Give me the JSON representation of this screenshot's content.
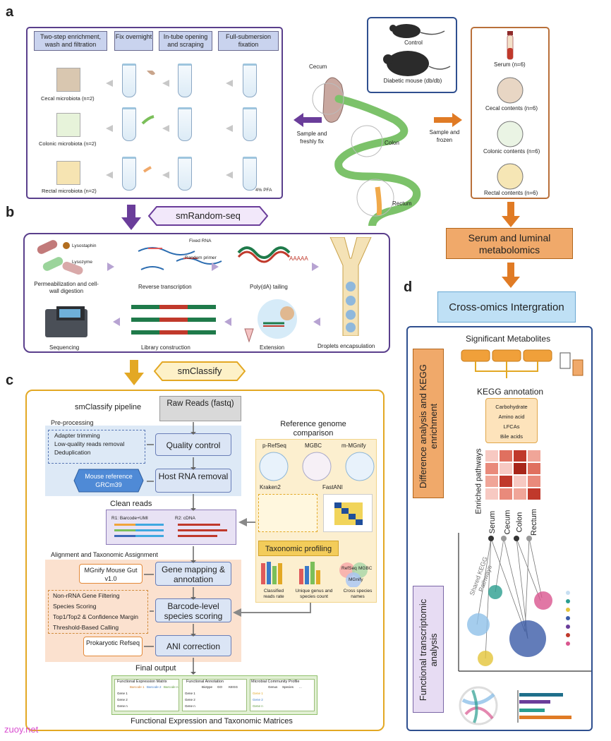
{
  "panels": {
    "a": "a",
    "b": "b",
    "c": "c",
    "d": "d"
  },
  "panel_a": {
    "headers": [
      "Two-step enrichment, wash and filtration",
      "Fix overnight",
      "In-tube opening and scraping",
      "Full-submersion fixation"
    ],
    "samples": [
      "Cecal microbiota (n=2)",
      "Colonic microbiota (n=2)",
      "Rectal microbiota (n=2)"
    ],
    "pfa": "4% PFA",
    "mouse_control": "Control",
    "mouse_diabetic": "Diabetic mouse (db/db)",
    "gut_labels": {
      "cecum": "Cecum",
      "colon": "Colon",
      "rectum": "Rectum"
    },
    "left_arrow_label": "Sample and freshly fix",
    "right_arrow_label": "Sample and frozen",
    "right_samples": [
      "Serum (n=6)",
      "Cecal contents (n=6)",
      "Colonic contents (n=6)",
      "Rectal contents (n=6)"
    ]
  },
  "metabolomics": "Serum and luminal metabolomics",
  "cross_omics": "Cross-omics Intergration",
  "panel_b": {
    "banner": "smRandom-seq",
    "lysostaphin": "Lysostaphin",
    "lysozyme": "Lysozyme",
    "fixed_rna": "Fixed RNA",
    "random_primer": "Random primer",
    "polya_seq": "AAAAA",
    "steps": [
      "Permeabilization and cell-wall digestion",
      "Reverse transcription",
      "Poly(dA) tailing",
      "Droplets encapsulation",
      "Extension",
      "Library construction",
      "Sequencing"
    ]
  },
  "panel_c": {
    "banner": "smClassify",
    "pipeline_title": "smClassify pipeline",
    "raw_reads": "Raw Reads (fastq)",
    "preprocessing": "Pre-processing",
    "prep_items": [
      "Adapter trimming",
      "Low-quality reads removal",
      "Deduplication"
    ],
    "quality_control": "Quality control",
    "mouse_ref": "Mouse reference GRCm39",
    "host_removal": "Host RNA removal",
    "clean_reads": "Clean reads",
    "r1": "R1: Barcode+UMI",
    "r2": "R2: cDNA",
    "alignment_title": "Alignment and Taxonomic Assignment",
    "mgnify": "MGnify Mouse Gut v1.0",
    "gene_mapping": "Gene mapping & annotation",
    "scoring_items": [
      "Non-rRNA Gene Filtering",
      "Species Scoring",
      "Top1/Top2 & Confidence Margin",
      "Threshold-Based Calling"
    ],
    "barcode_scoring": "Barcode-level species scoring",
    "prokaryotic": "Prokaryotic Refseq",
    "ani": "ANI correction",
    "final_output": "Final output",
    "tables": [
      "Functional Expression Matrix",
      "Functional Annotation",
      "Microbial Community Profile"
    ],
    "table_cols": {
      "fem": [
        "Barcode 1",
        "Barcode 2",
        "Barcode n"
      ],
      "fa": [
        "Biotype",
        "GO",
        "KEGG"
      ],
      "mcp": [
        "Genus",
        "Species",
        "..."
      ]
    },
    "table_rows": [
      "Gene 1",
      "Gene 2",
      "Gene n"
    ],
    "footer": "Functional Expression and Taxonomic Matrices",
    "ref_title": "Reference genome comparison",
    "refs": [
      "p-RefSeq",
      "MGBC",
      "m-MGnify"
    ],
    "kraken": "Kraken2",
    "fastani": "FastANI",
    "tax_profiling": "Taxonomic profiling",
    "bar_labels": [
      "Classified reads rate",
      "Unique genus and species count",
      "Cross species names"
    ],
    "venn": [
      "RefSeq",
      "MGBC",
      "MGnify"
    ]
  },
  "panel_d": {
    "side_top": "Difference analysis and KEGG enrichment",
    "side_bottom": "Functional transcriptomic analysis",
    "sig_metab": "Significant Metabolites",
    "kegg": "KEGG annotation",
    "classes": [
      "Carbohydrate",
      "Amino acid",
      "LFCAs",
      "Bile acids"
    ],
    "enriched": "Enriched pathways",
    "columns": [
      "Serum",
      "Cecum",
      "Colon",
      "Rectum"
    ],
    "shared": "Shared KEGG Pathways"
  },
  "watermark": "zuoy.net",
  "colors": {
    "purple": "#6a3d9a",
    "orange": "#e07b25",
    "gold": "#e3a824",
    "blue_border": "#2f4f8f",
    "sky": "#bfe0f5"
  }
}
